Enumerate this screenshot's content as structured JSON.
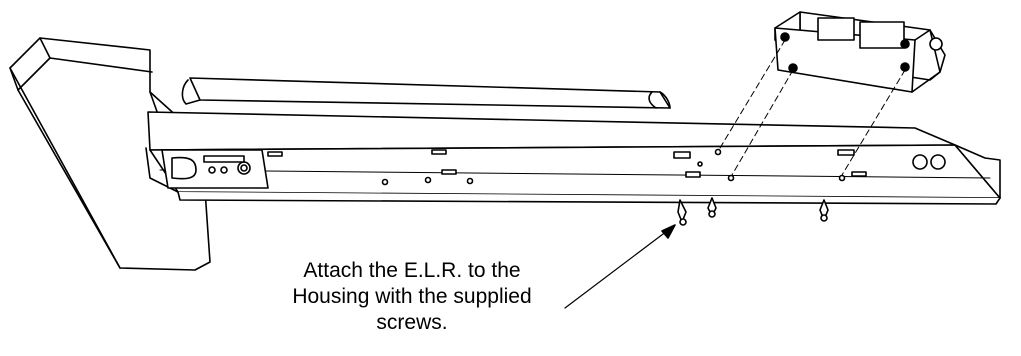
{
  "figure": {
    "callout_lines": [
      "Attach the E.L.R. to the",
      "Housing with the supplied",
      "screws."
    ]
  },
  "colors": {
    "stroke": "#000000",
    "fill": "#ffffff"
  }
}
